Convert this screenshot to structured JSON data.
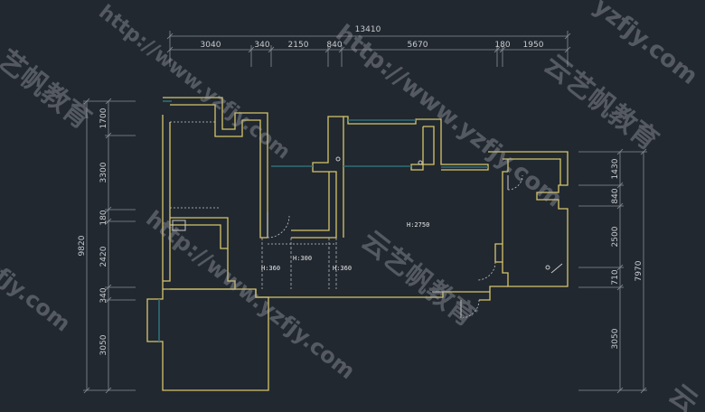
{
  "colors": {
    "background": "#212830",
    "wall": "#d6c56a",
    "dimension_line": "#8a8f96",
    "dimension_text": "#c9ccd0",
    "door": "#c8c8c8",
    "window": "#2e6f78",
    "hatch": "#c8c8c8"
  },
  "dimensions": {
    "top_total": "13410",
    "top_segments": [
      "3040",
      "340",
      "2150",
      "840",
      "5670",
      "180",
      "1950"
    ],
    "left_total": "9820",
    "left_segments": [
      "1700",
      "3300",
      "180",
      "2420",
      "340",
      "3050"
    ],
    "right_total": "7970",
    "right_segments": [
      "1430",
      "840",
      "2500",
      "710",
      "3050"
    ]
  },
  "labels": {
    "height_main": "H:2750",
    "height_a": "H:300",
    "height_b": "H:360",
    "height_c": "H:360"
  },
  "watermarks": {
    "url": "http://www.yzfjy.com",
    "url_short": "yzfjy.com",
    "brand": "云艺帆教育",
    "brand_partial": "艺帆教育",
    "brand_single": "云"
  }
}
